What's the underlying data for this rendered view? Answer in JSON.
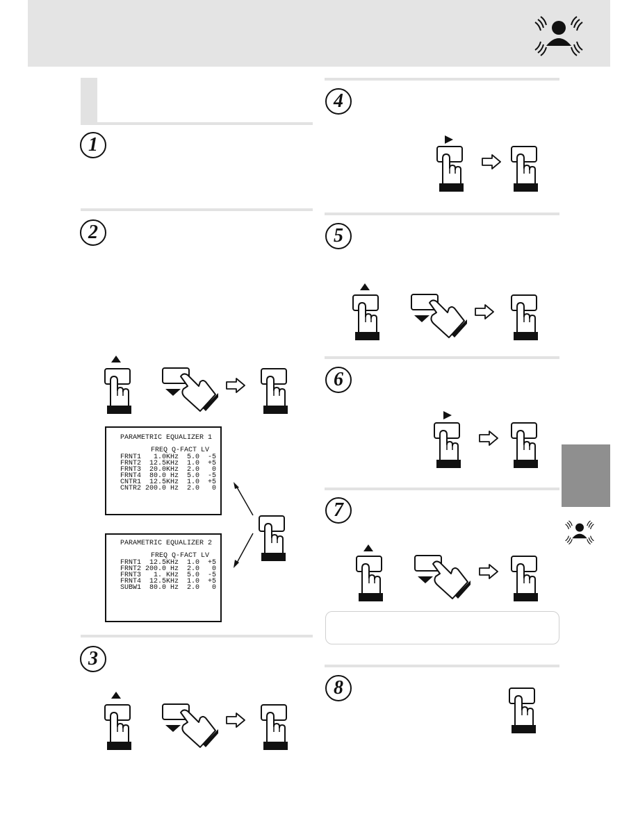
{
  "steps": [
    {
      "number": "1"
    },
    {
      "number": "2"
    },
    {
      "number": "3"
    },
    {
      "number": "4"
    },
    {
      "number": "5"
    },
    {
      "number": "6"
    },
    {
      "number": "7"
    },
    {
      "number": "8"
    }
  ],
  "icons": {
    "header": "listener-with-sound-waves-icon",
    "side": "listener-with-sound-waves-icon",
    "press": "finger-press-button-icon",
    "slide": "finger-slide-button-icon",
    "next": "next-arrow-icon",
    "up": "up-triangle-icon",
    "down": "down-triangle-icon",
    "right": "right-triangle-icon"
  },
  "screens": [
    {
      "title": "PARAMETRIC EQUALIZER 1",
      "header": "FREQ Q-FACT LV",
      "rows": [
        "FRNT1   1.0KHz  5.0  -5",
        "FRNT2  12.5KHz  1.0  +5",
        "FRNT3  20.0KHz  2.0   0",
        "FRNT4  80.0 Hz  5.0  -5",
        "CNTR1  12.5KHz  1.0  +5",
        "CNTR2 200.0 Hz  2.0   0"
      ]
    },
    {
      "title": "PARAMETRIC EQUALIZER 2",
      "header": "FREQ Q-FACT LV",
      "rows": [
        "FRNT1  12.5KHz  1.0  +5",
        "FRNT2 200.0 Hz  2.0   0",
        "FRNT3   1. KHz  5.0  -5",
        "FRNT4  12.5KHz  1.0  +5",
        "SUBW1  80.0 Hz  2.0   0"
      ]
    }
  ],
  "colors": {
    "header_bg": "#e4e4e4",
    "rule": "#e2e2e2",
    "side_tab": "#8f8f8f",
    "ink": "#111111"
  }
}
